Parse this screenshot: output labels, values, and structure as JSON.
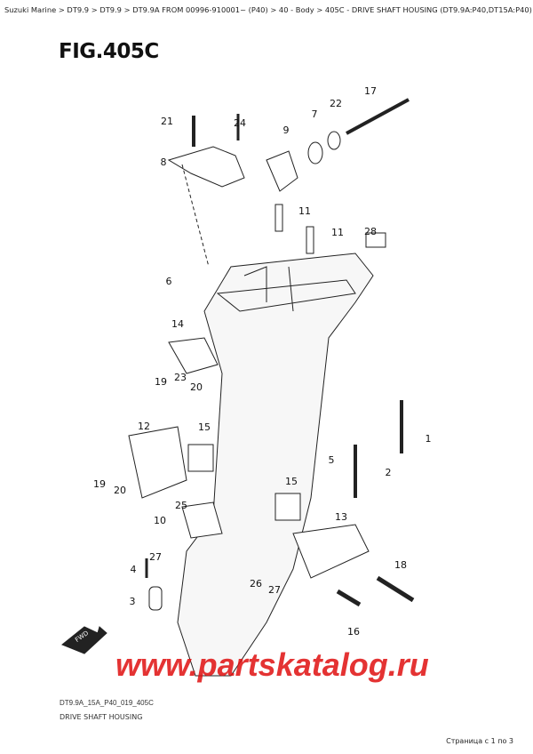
{
  "breadcrumb": "Suzuki Marine > DT9.9 > DT9.9 > DT9.9A FROM 00996-910001~ (P40) > 40 - Body > 405C - DRIVE SHAFT HOUSING (DT9.9A:P40,DT15A:P40)",
  "figure_title": "FIG.405C",
  "drawing_code": "DT9.9A_15A_P40_019_405C",
  "caption": "DRIVE SHAFT HOUSING",
  "pagination": "Страница с 1 по 3",
  "watermark": "www.partskatalog.ru",
  "fwd_label": "FWD",
  "callouts": [
    "17",
    "22",
    "7",
    "9",
    "21",
    "24",
    "8",
    "11",
    "11",
    "28",
    "6",
    "14",
    "19",
    "23",
    "20",
    "12",
    "15",
    "1",
    "5",
    "2",
    "19",
    "20",
    "15",
    "25",
    "10",
    "13",
    "27",
    "4",
    "18",
    "3",
    "26",
    "27",
    "16"
  ]
}
